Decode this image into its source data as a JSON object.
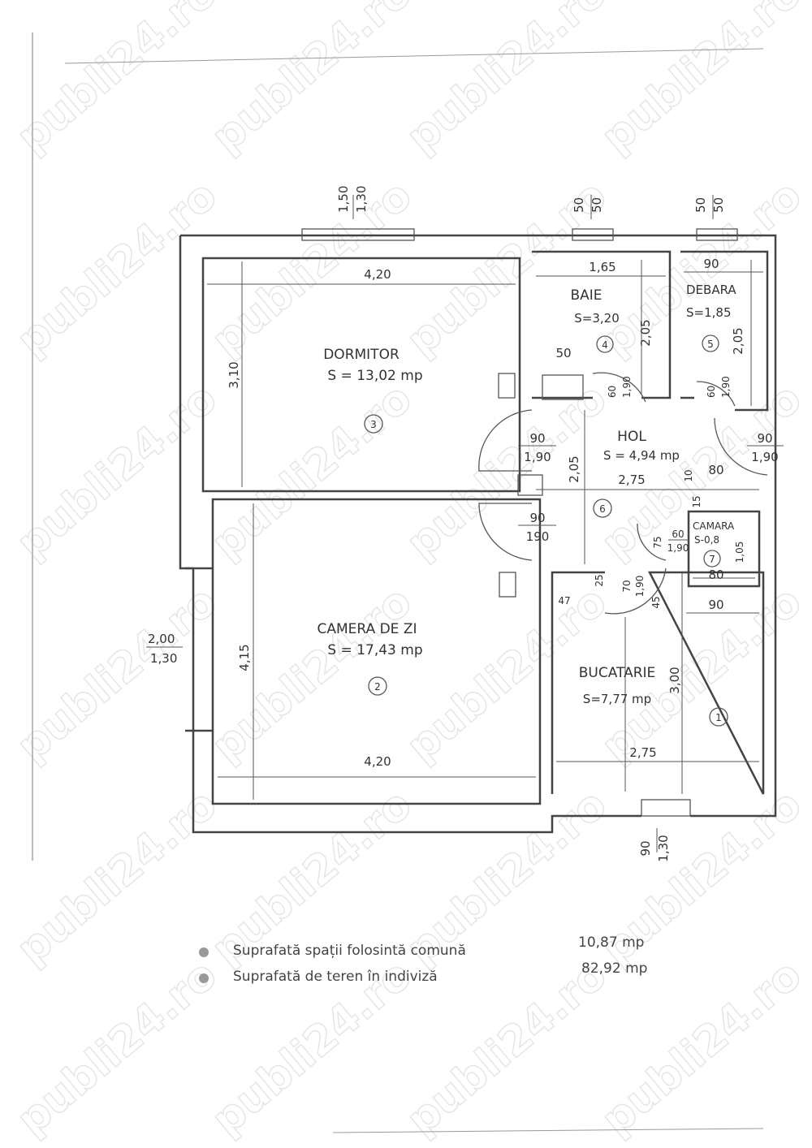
{
  "watermark": "publi24.ro",
  "rooms": [
    {
      "name": "DORMITOR",
      "area": "S = 13,02 mp",
      "number": "3"
    },
    {
      "name": "CAMERA  DE ZI",
      "area": "S  = 17,43 mp",
      "number": "2"
    },
    {
      "name": "BAIE",
      "area": "S=3,20",
      "number": "4"
    },
    {
      "name": "DEBARA",
      "area": "S=1,85",
      "number": "5"
    },
    {
      "name": "HOL",
      "area": "S = 4,94 mp",
      "number": "6"
    },
    {
      "name": "CAMARA",
      "area": "S-0,8",
      "number": "7"
    },
    {
      "name": "BUCATARIE",
      "area": "S=7,77 mp",
      "number": "1"
    }
  ],
  "dimensions": {
    "dormitor_width": "4,20",
    "dormitor_height": "3,10",
    "camera_width": "4,20",
    "camera_height": "4,15",
    "baie_width": "1,65",
    "baie_height": "2,05",
    "baie_small": "50",
    "debara_width": "90",
    "debara_height": "2,05",
    "hol_width": "2,75",
    "hol_height": "2,05",
    "hol_10": "10",
    "hol_80": "80",
    "bucatarie_width": "2,75",
    "bucatarie_height": "3,00",
    "bucatarie_90": "90",
    "camara_80": "80",
    "camara_105": "1,05",
    "camara_15": "15",
    "camara_75": "75",
    "misc_25": "25",
    "misc_47": "47",
    "misc_45": "45",
    "window_top_1": [
      "1,50",
      "1,30"
    ],
    "window_top_2": [
      "50",
      "50"
    ],
    "window_top_3": [
      "50",
      "50"
    ],
    "window_left": [
      "2,00",
      "1,30"
    ],
    "window_bottom": [
      "90",
      "1,30"
    ],
    "door_dormitor": [
      "90",
      "1,90"
    ],
    "door_camera": [
      "90",
      "190"
    ],
    "door_entry": [
      "90",
      "1,90"
    ],
    "door_baie": [
      "60",
      "1,90"
    ],
    "door_debara": [
      "60",
      "1,90"
    ],
    "door_camara": [
      "60",
      "1,90"
    ],
    "door_bucatarie": [
      "70",
      "1,90"
    ]
  },
  "legend": [
    {
      "label": "Suprafată  spații  folosintă  comună",
      "value": "10,87  mp"
    },
    {
      "label": "Suprafată   de   teren   în   indiviză",
      "value": "82,92  mp"
    }
  ]
}
